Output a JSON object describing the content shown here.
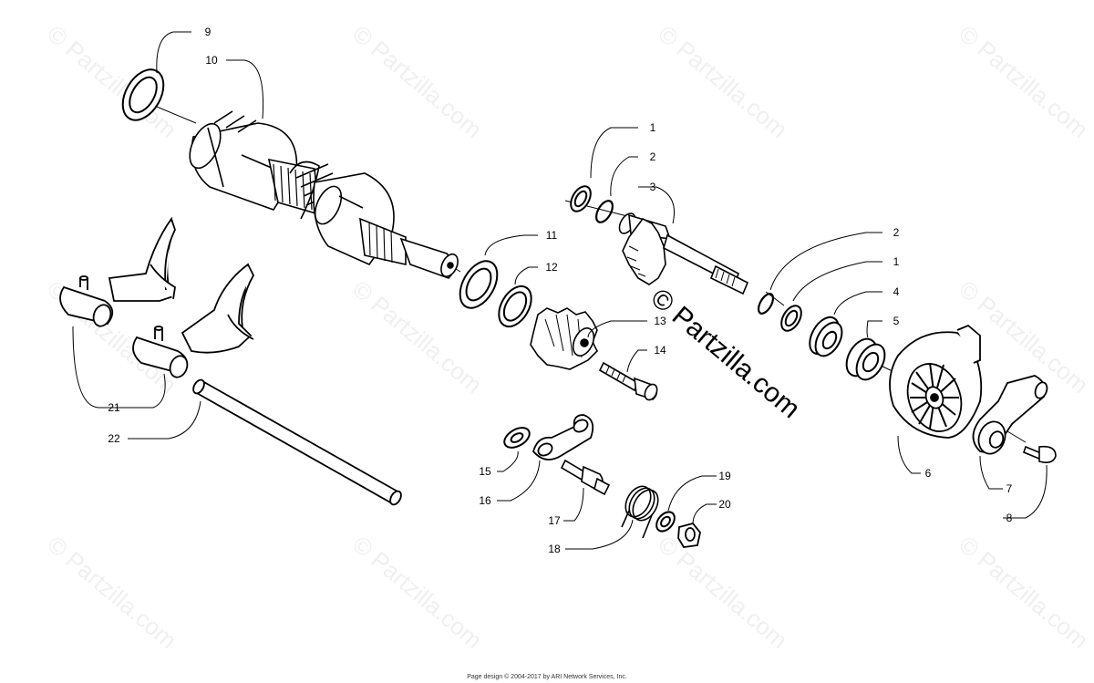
{
  "watermark": "© Partzilla.com",
  "footer": "Page design © 2004-2017 by ARI Network Services, Inc.",
  "callouts": [
    {
      "id": "9",
      "label": "9"
    },
    {
      "id": "10",
      "label": "10"
    },
    {
      "id": "1a",
      "label": "1"
    },
    {
      "id": "2a",
      "label": "2"
    },
    {
      "id": "3",
      "label": "3"
    },
    {
      "id": "11",
      "label": "11"
    },
    {
      "id": "12",
      "label": "12"
    },
    {
      "id": "2b",
      "label": "2"
    },
    {
      "id": "1b",
      "label": "1"
    },
    {
      "id": "4",
      "label": "4"
    },
    {
      "id": "5",
      "label": "5"
    },
    {
      "id": "13",
      "label": "13"
    },
    {
      "id": "14",
      "label": "14"
    },
    {
      "id": "21",
      "label": "21"
    },
    {
      "id": "22",
      "label": "22"
    },
    {
      "id": "6",
      "label": "6"
    },
    {
      "id": "7",
      "label": "7"
    },
    {
      "id": "8",
      "label": "8"
    },
    {
      "id": "15",
      "label": "15"
    },
    {
      "id": "16",
      "label": "16"
    },
    {
      "id": "17",
      "label": "17"
    },
    {
      "id": "18",
      "label": "18"
    },
    {
      "id": "19",
      "label": "19"
    },
    {
      "id": "20",
      "label": "20"
    }
  ]
}
